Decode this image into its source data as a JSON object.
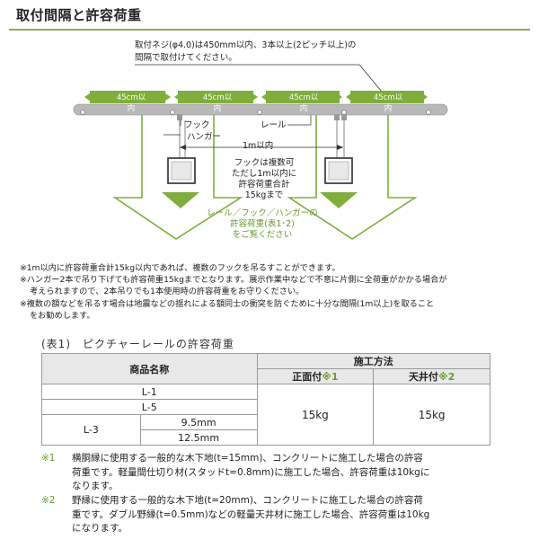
{
  "title": "取付間隔と許容荷重",
  "top_note": {
    "line1": "取付ネジ(φ4.0)は450mm以内、3本以上(2ピッチ以上)の",
    "line2": "間隔で取付けてください。"
  },
  "spacing_labels": [
    "45cm以内",
    "45cm以内",
    "45cm以内",
    "45cm以内"
  ],
  "labels": {
    "hook": "フック",
    "rail": "レール",
    "hanger": "ハンガー",
    "one_meter": "1m以内"
  },
  "center_text": [
    "フックは複数可",
    "ただし1m以内に",
    "許容荷重合計",
    "15kgまで"
  ],
  "green_text": [
    "レール／フック／ハンガーの",
    "許容荷重(表1･2)",
    "をご覧ください"
  ],
  "notes": [
    "※1m以内に許容荷重合計15kg以内であれば、複数のフックを吊るすことができます。",
    "※ハンガー2本で吊り下げても許容荷重15kgまでとなります。展示作業中などで不意に片側に全荷重がかかる場合が",
    "考えられますので、2本吊りでも1本使用時の許容荷重をお守りください。",
    "※複数の額などを吊るす場合は地震などの揺れによる額同士の衝突を防ぐために十分な間隔(1m以上)を取ること",
    "をお勧めします。"
  ],
  "table_title": "(表1)　ピクチャーレールの許容荷重",
  "table": {
    "header_product": "商品名称",
    "header_method": "施工方法",
    "header_wall": "正面付",
    "header_wall_mark": "※1",
    "header_ceiling": "天井付",
    "header_ceiling_mark": "※2",
    "products": [
      "L-1",
      "L-5",
      "L-3"
    ],
    "l3_variants": [
      "9.5mm",
      "12.5mm"
    ],
    "load_wall": "15kg",
    "load_ceiling": "15kg"
  },
  "footnotes": [
    {
      "mark": "※1",
      "line1": "横胴縁に使用する一般的な木下地(t=15mm)、コンクリートに施工した場合の許容",
      "line2": "荷重です。軽量間仕切り材(スタッドt=0.8mm)に施工した場合、許容荷重は10kgに",
      "line3": "なります。"
    },
    {
      "mark": "※2",
      "line1": "野縁に使用する一般的な木下地(t=20mm)、コンクリートに施工した場合の許容荷",
      "line2": "重です。ダブル野縁(t=0.5mm)などの軽量天井材に施工した場合、許容荷重は10kg",
      "line3": "になります。"
    }
  ],
  "colors": {
    "accent_green": "#6a9a2a",
    "spacing_green": "#7fae3a",
    "rule_green": "#8fa85a"
  }
}
